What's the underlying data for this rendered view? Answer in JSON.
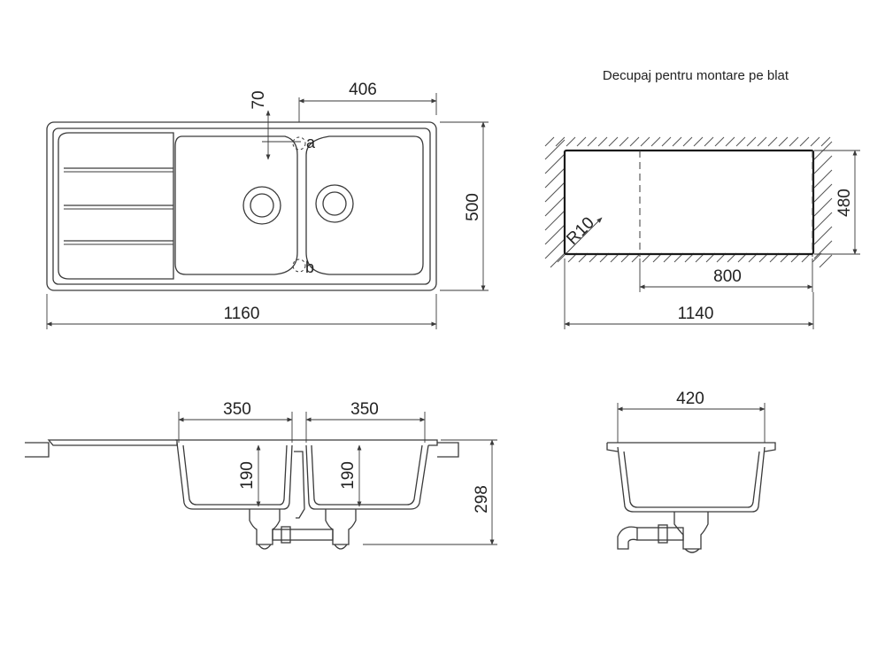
{
  "cutout_title": "Decupaj pentru montare pe blat",
  "top_view": {
    "overall_width": "1160",
    "overall_depth": "500",
    "bowl_offset": "406",
    "offset_70": "70",
    "label_a": "a",
    "label_b": "b"
  },
  "cutout": {
    "width": "1140",
    "inner_width": "800",
    "depth": "480",
    "radius": "R10"
  },
  "front_section": {
    "bowl1_width": "350",
    "bowl2_width": "350",
    "bowl1_depth": "190",
    "bowl2_depth": "190",
    "total_height": "298"
  },
  "side_section": {
    "width": "420"
  }
}
